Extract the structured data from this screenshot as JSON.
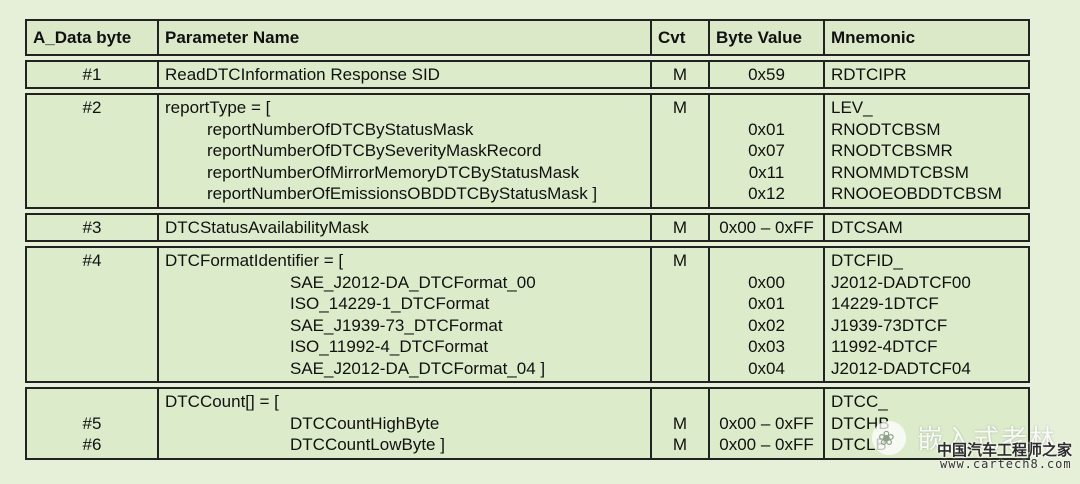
{
  "table": {
    "headers": [
      "A_Data byte",
      "Parameter Name",
      "Cvt",
      "Byte Value",
      "Mnemonic"
    ],
    "rows": [
      {
        "byte": [
          "#1"
        ],
        "param": [
          {
            "text": "ReadDTCInformation Response SID",
            "indent": 0
          }
        ],
        "cvt": [
          "M"
        ],
        "value": [
          "0x59"
        ],
        "mnemonic": [
          "RDTCIPR"
        ]
      },
      {
        "byte": [
          "#2"
        ],
        "param": [
          {
            "text": "reportType = [",
            "indent": 0
          },
          {
            "text": "reportNumberOfDTCByStatusMask",
            "indent": 1
          },
          {
            "text": "reportNumberOfDTCBySeverityMaskRecord",
            "indent": 1
          },
          {
            "text": "reportNumberOfMirrorMemoryDTCByStatusMask",
            "indent": 1
          },
          {
            "text": "reportNumberOfEmissionsOBDDTCByStatusMask ]",
            "indent": 1
          }
        ],
        "cvt": [
          "M",
          "",
          "",
          "",
          ""
        ],
        "value": [
          "",
          "0x01",
          "0x07",
          "0x11",
          "0x12"
        ],
        "mnemonic": [
          "LEV_",
          "RNODTCBSM",
          "RNODTCBSMR",
          "RNOMMDTCBSM",
          "RNOOEOBDDTCBSM"
        ]
      },
      {
        "byte": [
          "#3"
        ],
        "param": [
          {
            "text": "DTCStatusAvailabilityMask",
            "indent": 0
          }
        ],
        "cvt": [
          "M"
        ],
        "value": [
          "0x00 – 0xFF"
        ],
        "mnemonic": [
          "DTCSAM"
        ]
      },
      {
        "byte": [
          "#4"
        ],
        "param": [
          {
            "text": "DTCFormatIdentifier = [",
            "indent": 0
          },
          {
            "text": "SAE_J2012-DA_DTCFormat_00",
            "indent": 2
          },
          {
            "text": "ISO_14229-1_DTCFormat",
            "indent": 2
          },
          {
            "text": "SAE_J1939-73_DTCFormat",
            "indent": 2
          },
          {
            "text": "ISO_11992-4_DTCFormat",
            "indent": 2
          },
          {
            "text": "SAE_J2012-DA_DTCFormat_04 ]",
            "indent": 2
          }
        ],
        "cvt": [
          "M",
          "",
          "",
          "",
          "",
          ""
        ],
        "value": [
          "",
          "0x00",
          "0x01",
          "0x02",
          "0x03",
          "0x04"
        ],
        "mnemonic": [
          "DTCFID_",
          "J2012-DADTCF00",
          "14229-1DTCF",
          "J1939-73DTCF",
          "11992-4DTCF",
          "J2012-DADTCF04"
        ]
      },
      {
        "byte": [
          "",
          "#5",
          "#6"
        ],
        "param": [
          {
            "text": "DTCCount[] = [",
            "indent": 0
          },
          {
            "text": "DTCCountHighByte",
            "indent": 2
          },
          {
            "text": "DTCCountLowByte ]",
            "indent": 2
          }
        ],
        "cvt": [
          "",
          "M",
          "M"
        ],
        "value": [
          "",
          "0x00 – 0xFF",
          "0x00 – 0xFF"
        ],
        "mnemonic": [
          "DTCC_",
          "DTCHB",
          "DTCLB"
        ]
      }
    ]
  },
  "watermark": {
    "title": "嵌入式老林",
    "subtitle": "中国汽车工程师之家",
    "url": "www.cartech8.com"
  }
}
